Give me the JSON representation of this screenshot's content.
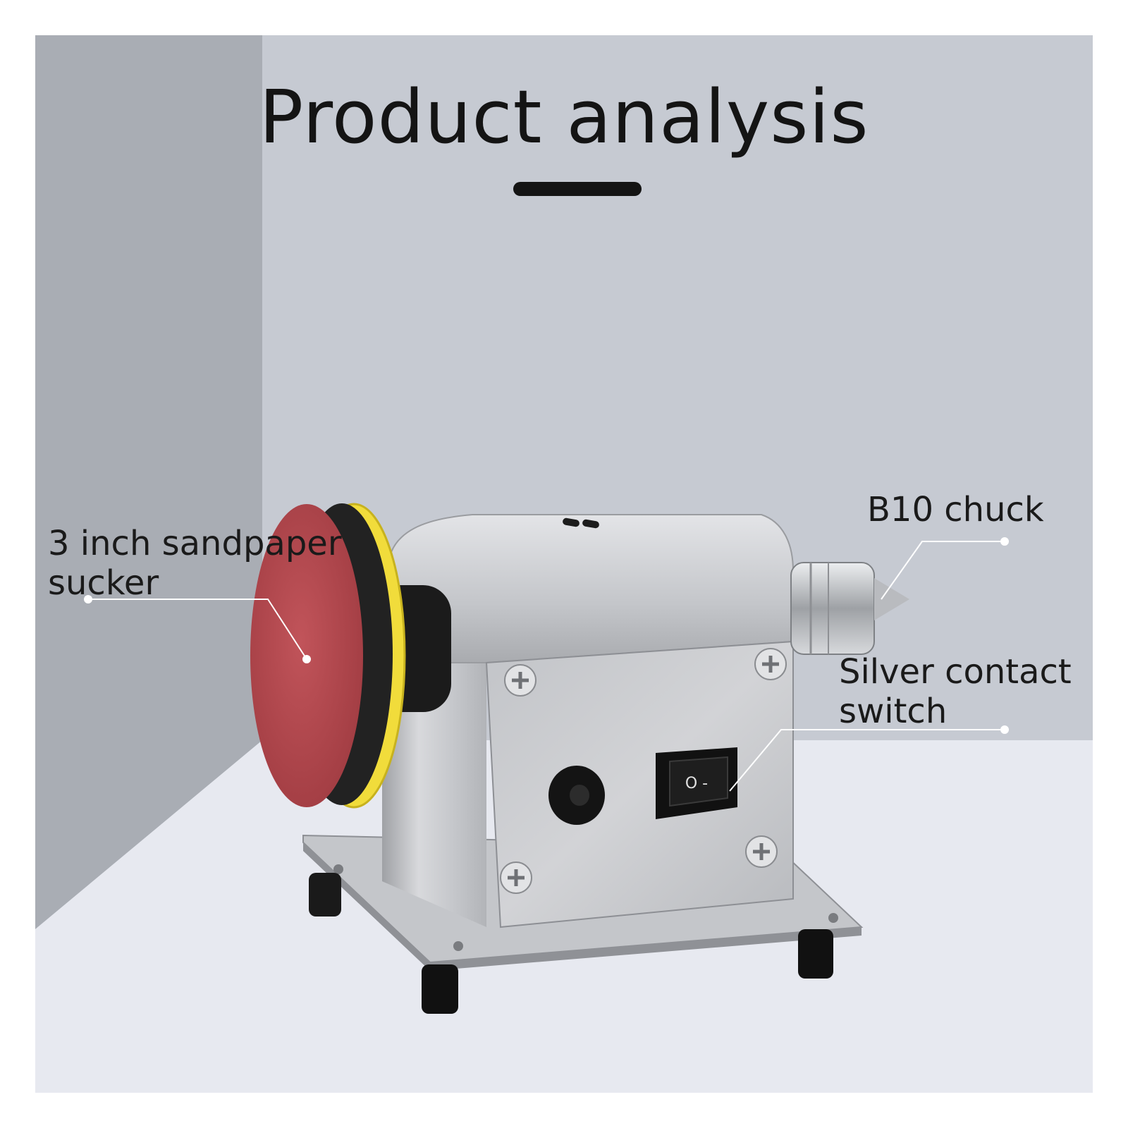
{
  "title": "Product analysis",
  "callouts": {
    "sandpaper": {
      "line1": "3 inch sandpaper",
      "line2": "sucker"
    },
    "chuck": {
      "line1": "B10 chuck"
    },
    "switch": {
      "line1": "Silver contact",
      "line2": "switch"
    }
  },
  "switch_marks": "O -",
  "colors": {
    "wall_left": "#a9adb4",
    "wall_back": "#c6cad2",
    "floor": "#e7e9f0",
    "sandpaper": "#b7474c",
    "foam_pad": "#f1dc3b",
    "steel": "#c9cbcf"
  }
}
